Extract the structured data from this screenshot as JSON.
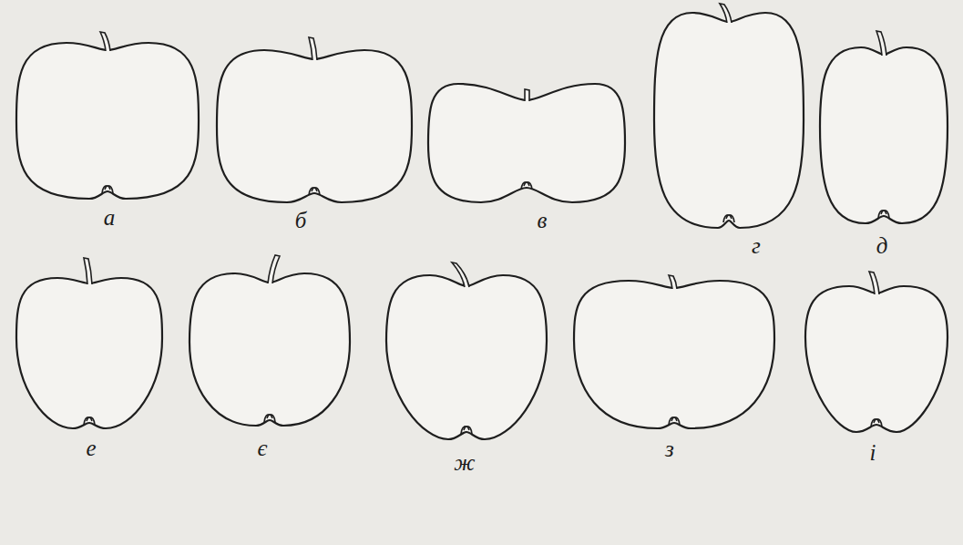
{
  "diagram": {
    "labels": [
      "а",
      "б",
      "в",
      "г",
      "д",
      "е",
      "є",
      "ж",
      "з",
      "і"
    ]
  }
}
